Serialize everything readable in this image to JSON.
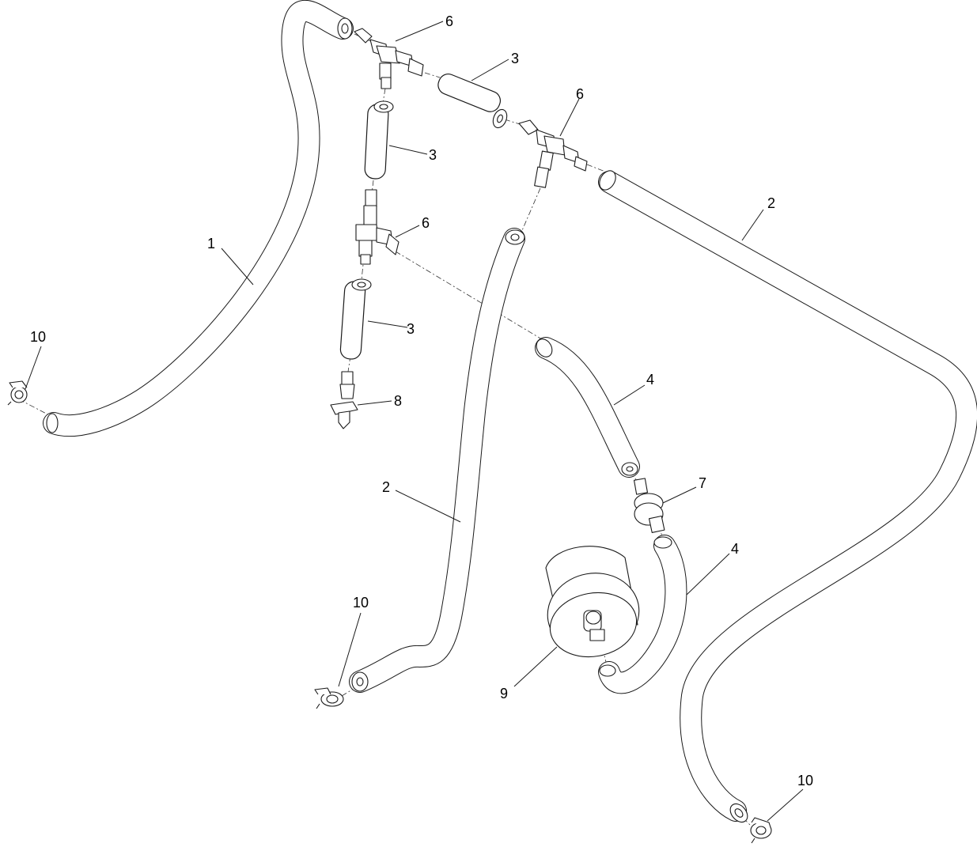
{
  "callouts": {
    "c1": "1",
    "c2a": "2",
    "c2b": "2",
    "c3a": "3",
    "c3b": "3",
    "c3c": "3",
    "c4a": "4",
    "c4b": "4",
    "c6a": "6",
    "c6b": "6",
    "c6c": "6",
    "c7": "7",
    "c8": "8",
    "c9": "9",
    "c10a": "10",
    "c10b": "10",
    "c10c": "10"
  }
}
